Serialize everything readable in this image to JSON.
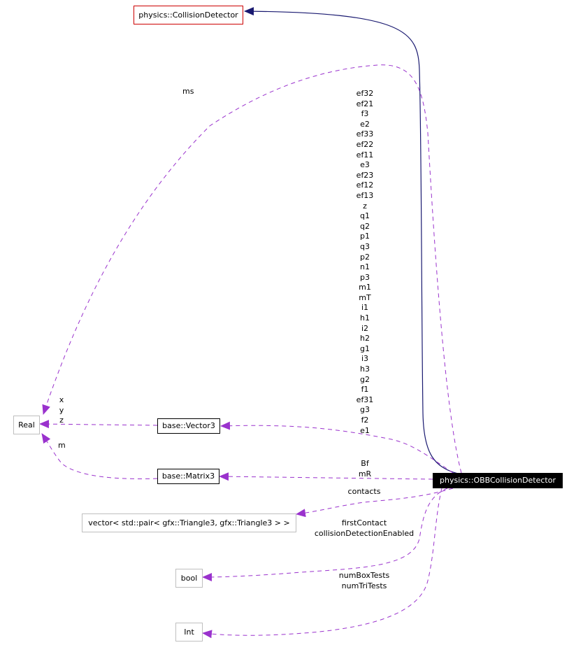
{
  "nodes": {
    "collision_detector": "physics::CollisionDetector",
    "obb_collision_detector": "physics::OBBCollisionDetector",
    "real": "Real",
    "vector3": "base::Vector3",
    "matrix3": "base::Matrix3",
    "triangle_vector": "vector< std::pair< gfx::Triangle3, gfx::Triangle3 > >",
    "bool": "bool",
    "int": "Int"
  },
  "edge_labels": {
    "ms": "ms",
    "vector_fields": [
      "ef32",
      "ef21",
      "f3",
      "e2",
      "ef33",
      "ef22",
      "ef11",
      "e3",
      "ef23",
      "ef12",
      "ef13",
      "z",
      "q1",
      "q2",
      "p1",
      "q3",
      "p2",
      "n1",
      "p3",
      "m1",
      "mT",
      "i1",
      "h1",
      "i2",
      "h2",
      "g1",
      "i3",
      "h3",
      "g2",
      "f1",
      "ef31",
      "g3",
      "f2",
      "e1"
    ],
    "xyz": [
      "x",
      "y",
      "z"
    ],
    "m": "m",
    "matrix_fields": [
      "Bf",
      "mR"
    ],
    "contacts": "contacts",
    "bool_fields": [
      "firstContact",
      "collisionDetectionEnabled"
    ],
    "int_fields": [
      "numBoxTests",
      "numTriTests"
    ]
  },
  "colors": {
    "inheritance": "#191970",
    "usage": "#9a32cd",
    "main_node_bg": "#000000",
    "base_node_border": "#cc0000"
  }
}
